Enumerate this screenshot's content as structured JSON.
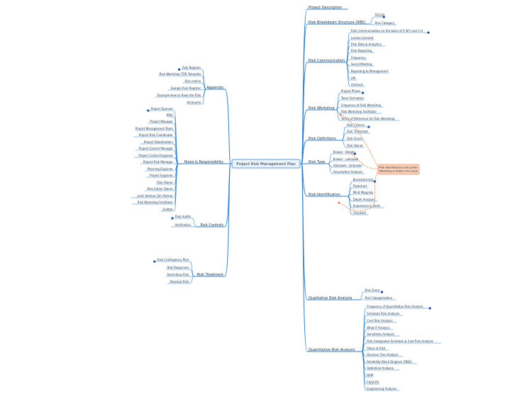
{
  "center": "Project Risk Management Plan",
  "right": [
    {
      "label": "Project Description",
      "children": []
    },
    {
      "label": "Risk Breakdown Structure (RBS)",
      "children": [
        "TECOP",
        "Risk Category"
      ]
    },
    {
      "label": "Risk Communication",
      "children": [
        "Risk Communication on the basis of 5 W's and 1 H",
        "Lesson Learned",
        "Risk Data & Analytics",
        "Risk Reporting",
        "Frequency",
        "Social Meeting",
        "Reporting to Management",
        "API",
        "Archives"
      ]
    },
    {
      "label": "Risk Workshop",
      "children": [
        "Project Phase",
        "Team Formation",
        "Frequency of Risk Workshop",
        "Risk Workshop Facilitator",
        "Terms of Reference for Risk Workshop"
      ]
    },
    {
      "label": "Risk Definitions",
      "children": [
        "Risk Criteria",
        "Risk Threshold",
        "Risk Score",
        "Risk Owner"
      ]
    },
    {
      "label": "Risk Type",
      "children": [
        "Known - Known",
        "Known - unknown",
        "Unknown - Unknown",
        "Assumption Analysis"
      ]
    },
    {
      "label": "Risk Identification",
      "children": [
        "Brainstorming",
        "Flowchart",
        "Mind Mapping",
        "Delphi Analysis",
        "Experience & Skills",
        "Checklist"
      ]
    },
    {
      "label": "Qualitative Risk Analysis",
      "children": [
        "Risk Score",
        "Risk Categorization"
      ]
    },
    {
      "label": "Quantitative Risk Analysis",
      "children": [
        "Frequency of Quantitative Risk Analysis",
        "Schedule Risk Analysis",
        "Cost Risk Analysis",
        "What If Analysis",
        "Sensitivity Analysis",
        "Risk (Integrated Schedule & Cost Risk Analysis",
        "Value at Risk",
        "Decision Tree Analysis",
        "Reliability Block Diagram (RBD)",
        "Statistical Analysis",
        "RAM",
        "FEA/CFD",
        "Engineering Analysis"
      ]
    }
  ],
  "left": [
    {
      "label": "Appendix",
      "children": [
        "Risk Register",
        "Risk Workshop TOR Template",
        "Risk matrix",
        "Sample Risk Register",
        "Example How to Rank the Risk",
        "Acronyms"
      ]
    },
    {
      "label": "Roles & Responsibility",
      "children": [
        "Project Sponsor",
        "RMG",
        "Project Manager",
        "Project Management Team",
        "Project Risk Coordinator",
        "Project Stakeholders",
        "Project Control Manager",
        "Project Control Engineer",
        "Project Risk Manager",
        "Planning Engineer",
        "Project Engineer",
        "Risk Owner",
        "Risk Action Owner",
        "Joint Venture (JV) Partner",
        "Risk Workshop Facilitator",
        "Auditor"
      ]
    },
    {
      "label": "Risk Controls",
      "children": [
        "Risk Audits",
        "Verification"
      ]
    },
    {
      "label": "Risk Treatment",
      "children": [
        "Risk Contingency Plan",
        "Risk Responses",
        "Secondary Risk",
        "Residual Risk"
      ]
    }
  ],
  "note": {
    "lines": [
      "Risk Identification during Risk",
      "Workshop & Project Life Cycle"
    ]
  },
  "colors": {
    "line": "#2f7fc6",
    "text": "#1b2a3a",
    "center_bg": "#eaf2fb",
    "note_bg": "#f9d3be",
    "note_line": "#e4602a"
  }
}
